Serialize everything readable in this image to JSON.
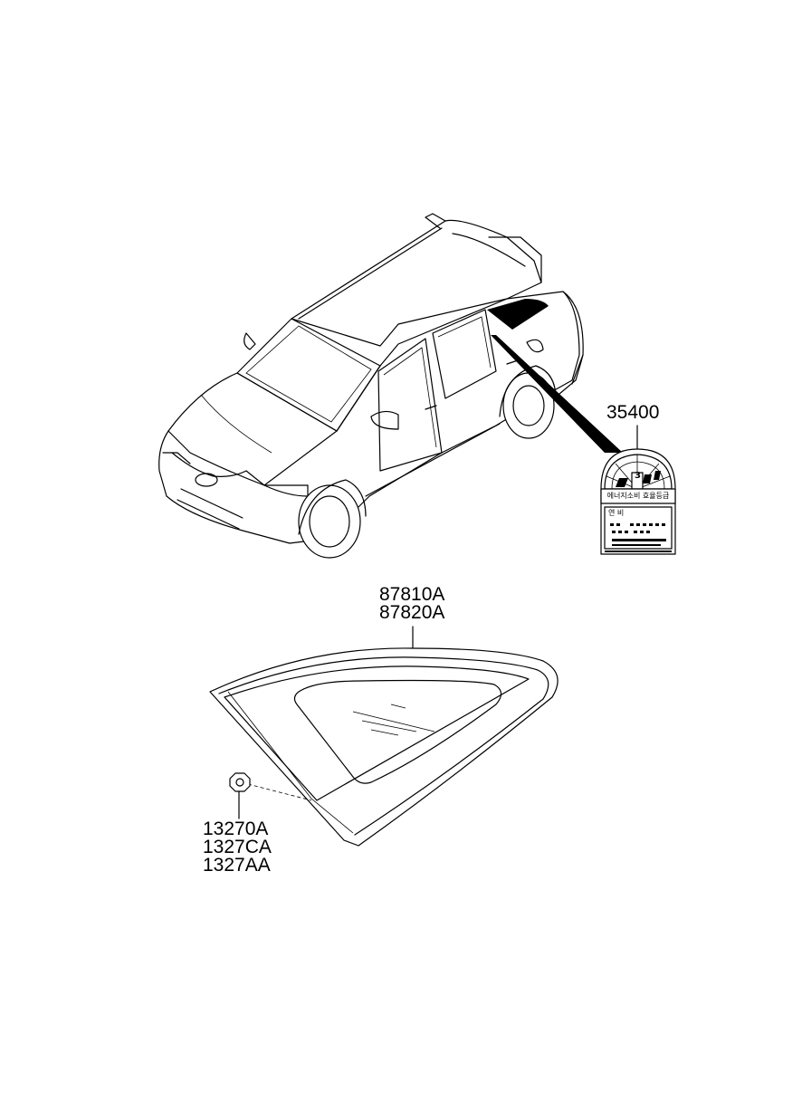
{
  "callouts": {
    "emission_label": "35400",
    "glass_line1": "87810A",
    "glass_line2": "87820A",
    "clip_line1": "13270A",
    "clip_line2": "1327CA",
    "clip_line3": "1327AA"
  },
  "label_sticker": {
    "heading": "에너지소비 효율등급",
    "row_label": "연 비",
    "grade": "3"
  },
  "parts": {
    "vehicle": "suv-illustration",
    "glass": "quarter-fixed-glass",
    "clip": "glass-mounting-clip"
  },
  "colors": {
    "ink": "#000000",
    "paper": "#ffffff"
  }
}
